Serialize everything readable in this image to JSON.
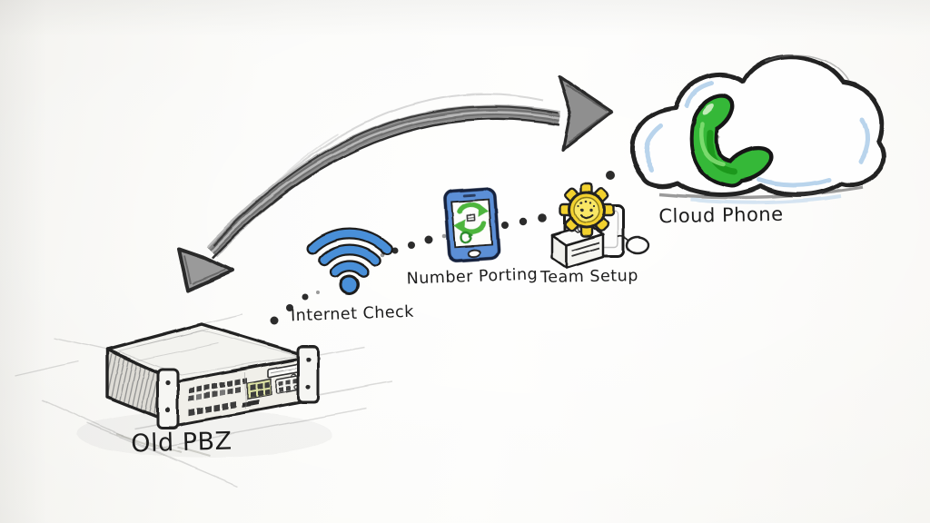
{
  "flow": {
    "source": {
      "label": "Old PBZ",
      "icon": "pbx-server-illustration"
    },
    "steps": [
      {
        "label": "Internet Check",
        "icon": "wifi-icon"
      },
      {
        "label": "Number Porting",
        "icon": "smartphone-transfer-icon"
      },
      {
        "label": "Team Setup",
        "icon": "gear-smiley-devices-icon"
      }
    ],
    "destination": {
      "label": "Cloud Phone",
      "icon": "cloud-handset-icon"
    }
  },
  "connector": {
    "style": "dotted",
    "arrow": "double-headed curved pencil arrow"
  },
  "colors": {
    "paper": "#f7f6f2",
    "ink": "#1f1f1f",
    "pencil_gray": "#8f8f8f",
    "wifi_blue": "#4a8fd8",
    "phone_blue": "#5b8fd6",
    "transfer_green": "#4db53c",
    "handset_green": "#35b837",
    "handset_green_dark": "#178a14",
    "gear_yellow": "#f2d12e",
    "cloud_shade_blue": "#aecdea"
  }
}
